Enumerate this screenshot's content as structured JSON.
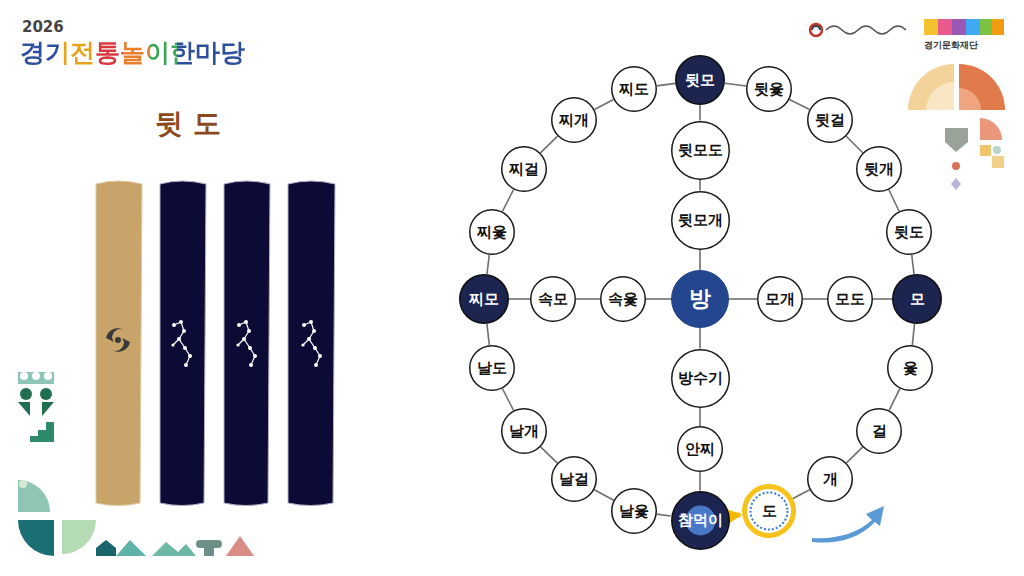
{
  "diagram": {
    "title": "뒷 도",
    "nodes": [
      {
        "text": [
          "찌도"
        ]
      },
      {
        "text": [
          "뒷모"
        ]
      },
      {
        "text": [
          "뒷윷"
        ]
      },
      {
        "text": [
          "뒷걸"
        ]
      },
      {
        "text": [
          "찌개"
        ]
      },
      {
        "text": [
          "찌걸"
        ]
      },
      {
        "text": [
          "뒷개"
        ]
      },
      {
        "text": [
          "뒷모도"
        ]
      },
      {
        "text": [
          "찌윷"
        ]
      },
      {
        "text": [
          "뒷도"
        ]
      },
      {
        "text": [
          "뒷모개"
        ]
      },
      {
        "text": [
          "찌모"
        ]
      },
      {
        "text": [
          "속모"
        ]
      },
      {
        "text": [
          "속윷"
        ]
      },
      {
        "text": [
          "방"
        ]
      },
      {
        "text": [
          "모개"
        ]
      },
      {
        "text": [
          "모도"
        ]
      },
      {
        "text": [
          "모"
        ]
      },
      {
        "text": [
          "날도"
        ]
      },
      {
        "text": [
          "방수기"
        ]
      },
      {
        "text": [
          "윷"
        ]
      },
      {
        "text": [
          "날개"
        ]
      },
      {
        "text": [
          "안찌"
        ]
      },
      {
        "text": [
          "걸"
        ]
      },
      {
        "text": [
          "날걸"
        ]
      },
      {
        "text": [
          "개"
        ]
      },
      {
        "text": [
          "날윷"
        ]
      },
      {
        "text": [
          "참먹이"
        ]
      },
      {
        "text": [
          "도"
        ]
      }
    ],
    "edges": [
      {
        "from": 1,
        "to": 2,
        "arrow": "none"
      },
      {
        "from": 2,
        "to": 3,
        "arrow": "none"
      },
      {
        "from": 3,
        "to": 6,
        "arrow": "none"
      },
      {
        "from": 6,
        "to": 9,
        "arrow": "none"
      },
      {
        "from": 9,
        "to": 17,
        "arrow": "none"
      },
      {
        "from": 17,
        "to": 20,
        "arrow": "none"
      },
      {
        "from": 20,
        "to": 23,
        "arrow": "none"
      },
      {
        "from": 23,
        "to": 25,
        "arrow": "none"
      },
      {
        "from": 25,
        "to": 28,
        "arrow": "none"
      },
      {
        "from": 27,
        "to": 28,
        "arrow": "to"
      },
      {
        "from": 27,
        "to": 26,
        "arrow": "none"
      },
      {
        "from": 26,
        "to": 24,
        "arrow": "none"
      },
      {
        "from": 24,
        "to": 21,
        "arrow": "none"
      },
      {
        "from": 21,
        "to": 18,
        "arrow": "none"
      },
      {
        "from": 18,
        "to": 11,
        "arrow": "none"
      },
      {
        "from": 11,
        "to": 8,
        "arrow": "none"
      },
      {
        "from": 8,
        "to": 5,
        "arrow": "none"
      },
      {
        "from": 5,
        "to": 4,
        "arrow": "none"
      },
      {
        "from": 4,
        "to": 0,
        "arrow": "none"
      },
      {
        "from": 0,
        "to": 1,
        "arrow": "none"
      },
      {
        "from": 1,
        "to": 7,
        "arrow": "none"
      },
      {
        "from": 7,
        "to": 10,
        "arrow": "none"
      },
      {
        "from": 10,
        "to": 14,
        "arrow": "none"
      },
      {
        "from": 14,
        "to": 19,
        "arrow": "none"
      },
      {
        "from": 19,
        "to": 22,
        "arrow": "none"
      },
      {
        "from": 22,
        "to": 27,
        "arrow": "none"
      },
      {
        "from": 11,
        "to": 12,
        "arrow": "none"
      },
      {
        "from": 12,
        "to": 13,
        "arrow": "none"
      },
      {
        "from": 13,
        "to": 14,
        "arrow": "none"
      },
      {
        "from": 14,
        "to": 15,
        "arrow": "none"
      },
      {
        "from": 15,
        "to": 16,
        "arrow": "none"
      },
      {
        "from": 16,
        "to": 17,
        "arrow": "none"
      }
    ],
    "labels": [
      "2026",
      "경기전통놀이한마당",
      "경기문화재단"
    ]
  }
}
